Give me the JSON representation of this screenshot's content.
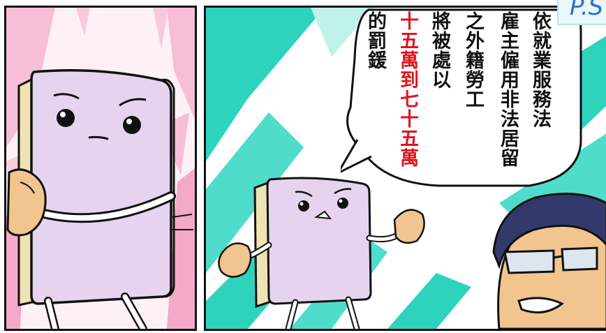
{
  "speech_bubble": {
    "lines": [
      "依就業服務法",
      "雇主僱用非法居留",
      "之外籍勞工",
      "將被處以",
      "十五萬到七十五萬",
      "的罰鍰"
    ]
  },
  "corner_tag": {
    "text": "P.S"
  },
  "colors": {
    "panel_border": "#111111",
    "highlight_text": "#e0141e",
    "book_cover": "#e6d4ef",
    "book_pages": "#efe3b4",
    "background_teal": "#2ed3bd",
    "background_pink": "#f4a9c8"
  }
}
